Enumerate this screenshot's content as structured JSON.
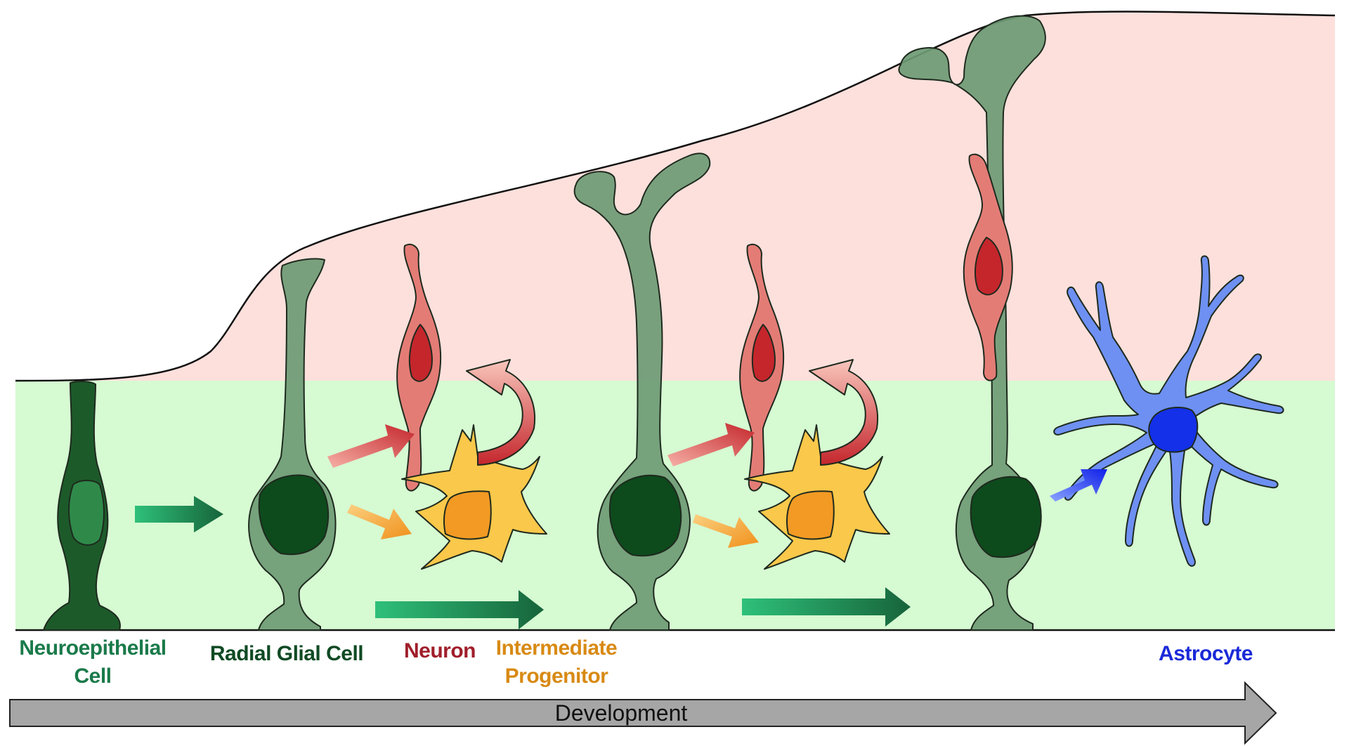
{
  "labels": {
    "neuroepithelial_line1": "Neuroepithelial",
    "neuroepithelial_line2": "Cell",
    "radial_glial": "Radial Glial Cell",
    "neuron": "Neuron",
    "intermediate_line1": "Intermediate",
    "intermediate_line2": "Progenitor",
    "astrocyte": "Astrocyte",
    "development": "Development"
  },
  "colors": {
    "neuroepithelial": "#1a7a4a",
    "radial_glial": "#0f4a24",
    "neuron": "#a01e2a",
    "intermediate": "#d88a14",
    "astrocyte": "#1a2ad8",
    "zone_upper": "#fde0dc",
    "zone_lower": "#d6fad2",
    "radial_body": "#6e9a74",
    "radial_nucleus": "#0d4a1c",
    "neuro_body": "#1d5a2a",
    "neuro_nucleus": "#2f8a4a",
    "neuron_body": "#e47c76",
    "neuron_nucleus": "#c4262c",
    "ip_body": "#fac84a",
    "ip_nucleus": "#f29a24",
    "astro_body": "#6e90f2",
    "astro_nucleus": "#1430e8"
  },
  "icons": [
    "development-arrow",
    "transition-arrow",
    "curved-arrow"
  ]
}
